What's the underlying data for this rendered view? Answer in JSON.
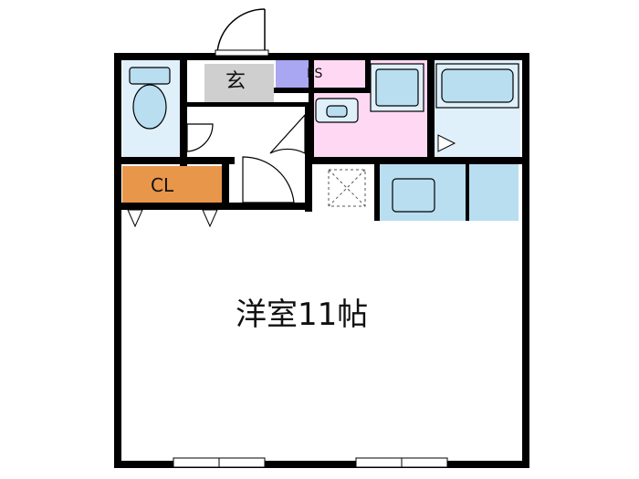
{
  "floorplan": {
    "main_room_label": "洋室11帖",
    "closet_label": "CL",
    "pipe_space_label": "PS",
    "entrance_label": "玄"
  },
  "colors": {
    "wall": "#000000",
    "main_room": "#ffffff",
    "closet": "#e8964a",
    "pipe_space": "#a9a6f2",
    "entrance": "#cfcfcf",
    "washroom": "#ffd9f4",
    "bath_toilet": "#dff0fa",
    "fixture_blue": "#b8def0"
  }
}
